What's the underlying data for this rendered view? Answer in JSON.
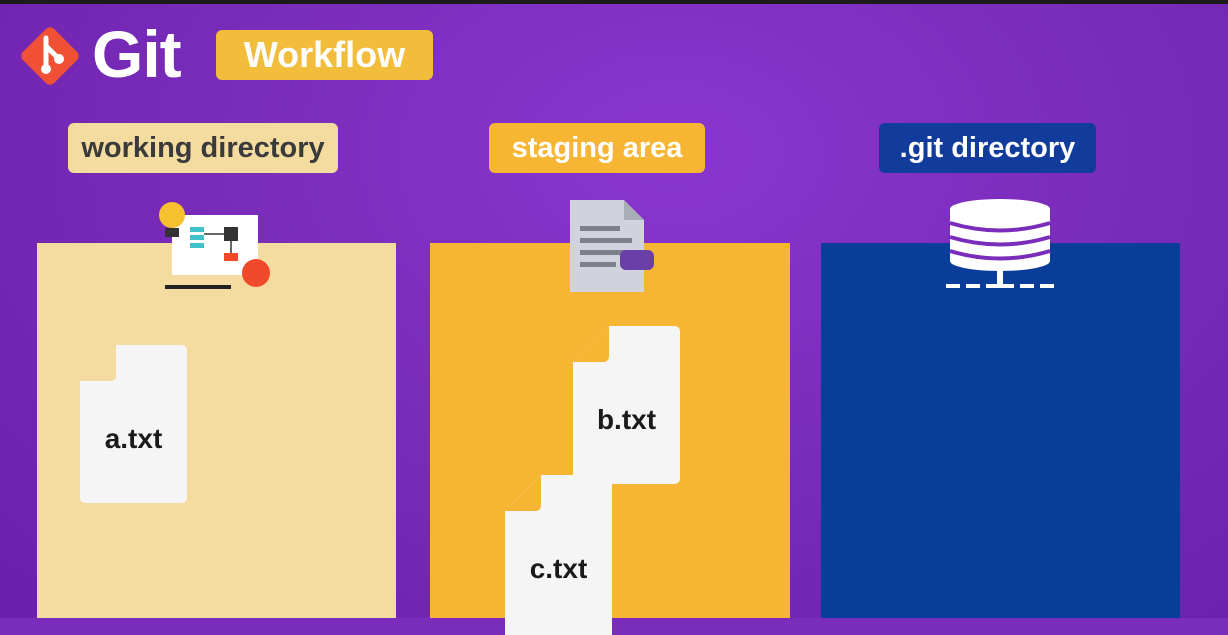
{
  "title": {
    "logo_text": "Git",
    "badge": "Workflow"
  },
  "sections": [
    {
      "label": "working directory",
      "icon": "whiteboard-lightbulb-icon"
    },
    {
      "label": "staging area",
      "icon": "document-icon"
    },
    {
      "label": ".git directory",
      "icon": "database-icon"
    }
  ],
  "files": {
    "working": [
      "a.txt"
    ],
    "staging": [
      "b.txt",
      "c.txt"
    ],
    "git": []
  },
  "colors": {
    "background": "#7a2cba",
    "git_logo": "#f05033",
    "workflow_badge": "#f1bd3a",
    "working_panel": "#f4dca0",
    "staging_panel": "#f7b534",
    "git_panel": "#0a3d9a",
    "git_label": "#123c9c"
  }
}
